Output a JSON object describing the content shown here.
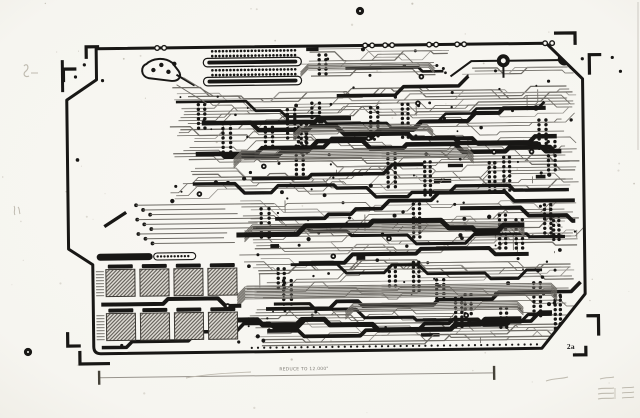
{
  "labels": {
    "sheet": "2a",
    "dimension_note": "REDUCE TO 12.000\""
  },
  "palette": {
    "paper": "#f7f6f1",
    "paper_edge": "#f1efe8",
    "ink": "#181715",
    "grey_trace": "#6f6c66",
    "grey_light": "#989590",
    "hatch_bg": "#dedbd4",
    "hatch_line": "#55514b",
    "pencil": "#bfbbb0",
    "dim_line": "#98948d"
  },
  "counts": {
    "registration_marks": 8,
    "punch_holes": 2,
    "connector_pad_bands": 2,
    "memory_array_banks": 2,
    "mounting_hole_pads": 2
  }
}
